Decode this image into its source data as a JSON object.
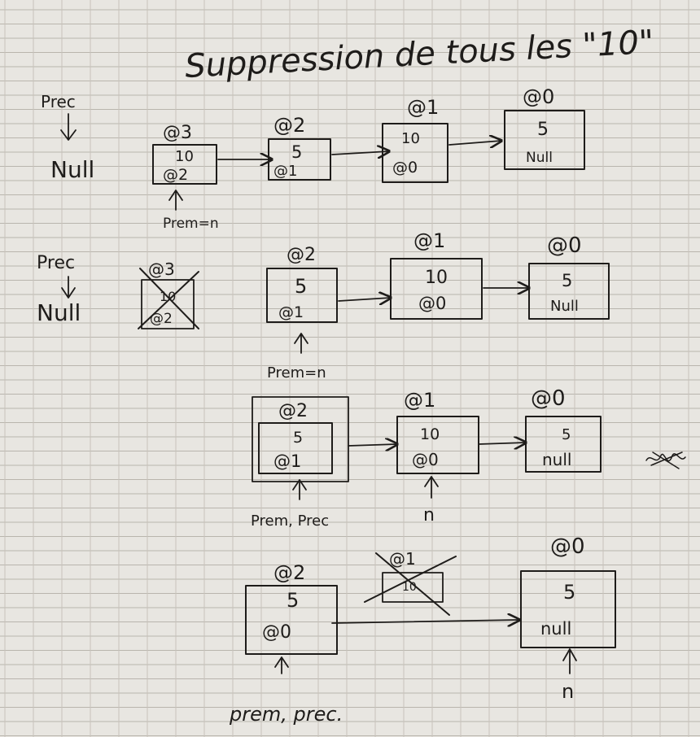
{
  "title": "Suppression de tous les \"10\"",
  "colors": {
    "paper": "#e8e6e1",
    "ink": "#1e1c1a",
    "rule": "#b9b5ad"
  },
  "scene1": {
    "prec_label": "Prec",
    "null_label": "Null",
    "pointer_label": "Prem=n",
    "nodes": [
      {
        "addr": "@3",
        "value": "10",
        "next": "@2"
      },
      {
        "addr": "@2",
        "value": "5",
        "next": "@1"
      },
      {
        "addr": "@1",
        "value": "10",
        "next": "@0"
      },
      {
        "addr": "@0",
        "value": "5",
        "next": "Null"
      }
    ]
  },
  "scene2": {
    "prec_label": "Prec",
    "null_label": "Null",
    "pointer_label": "Prem=n",
    "deleted_node": {
      "addr": "@3",
      "value": "10",
      "next": "@2"
    },
    "nodes": [
      {
        "addr": "@2",
        "value": "5",
        "next": "@1"
      },
      {
        "addr": "@1",
        "value": "10",
        "next": "@0"
      },
      {
        "addr": "@0",
        "value": "5",
        "next": "Null"
      }
    ]
  },
  "scene3": {
    "pointer_label_1": "Prem, Prec",
    "pointer_label_2": "n",
    "nodes": [
      {
        "addr": "@2",
        "value": "5",
        "next": "@1"
      },
      {
        "addr": "@1",
        "value": "10",
        "next": "@0"
      },
      {
        "addr": "@0",
        "value": "5",
        "next": "null"
      }
    ]
  },
  "scene4": {
    "pointer_label_1": "prem, prec.",
    "pointer_label_2": "n",
    "deleted_node": {
      "addr": "@1",
      "value": "10"
    },
    "nodes": [
      {
        "addr": "@2",
        "value": "5",
        "next": "@0"
      },
      {
        "addr": "@0",
        "value": "5",
        "next": "null"
      }
    ]
  }
}
